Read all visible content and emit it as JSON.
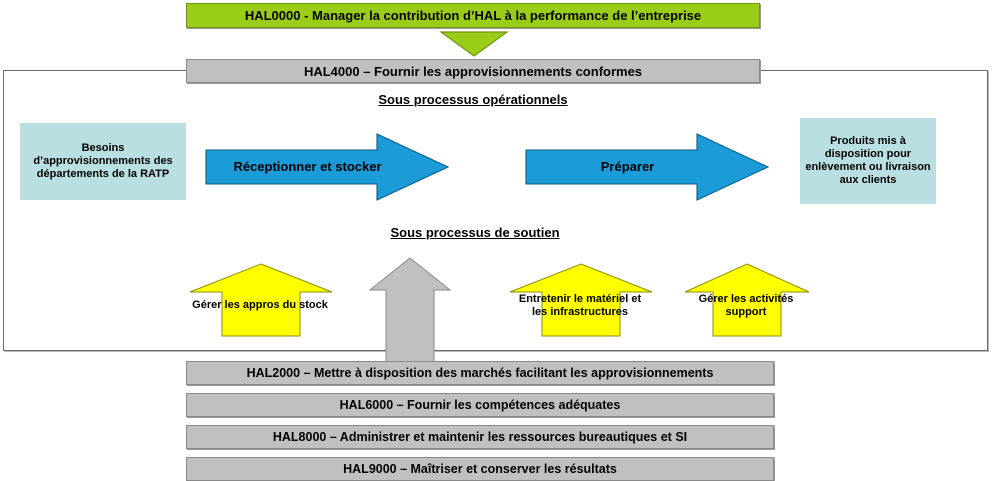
{
  "colors": {
    "green": "#9ACD18",
    "gray": "#C0C0C0",
    "blue": "#1B9BD8",
    "yellow": "#FFFF00",
    "cyan": "#B9DFE2",
    "frame_border": "#6b6b6b",
    "text": "#000000"
  },
  "top": {
    "governance_bar": "HAL0000 - Manager la contribution d’HAL à la performance de l’entreprise",
    "down_arrow_icon": "down-arrow-icon",
    "main_process_bar": "HAL4000 – Fournir les approvisionnements conformes"
  },
  "operational": {
    "heading": "Sous processus opérationnels",
    "input_box": "Besoins d’approvisionnements des départements de la RATP",
    "output_box": "Produits mis à disposition pour enlèvement ou livraison aux clients",
    "steps": [
      {
        "label": "Réceptionner et stocker"
      },
      {
        "label": "Préparer"
      }
    ]
  },
  "support": {
    "heading": "Sous processus de soutien",
    "arrows": [
      {
        "label": "Gérer les appros du stock",
        "color": "#FFFF00"
      },
      {
        "label": "",
        "color": "#C0C0C0"
      },
      {
        "label": "Entretenir le matériel et les infrastructures",
        "color": "#FFFF00"
      },
      {
        "label": "Gérer les activités support",
        "color": "#FFFF00"
      }
    ]
  },
  "bottom": {
    "bars": [
      "HAL2000 – Mettre à disposition des marchés facilitant les approvisionnements",
      "HAL6000 – Fournir les compétences adéquates",
      "HAL8000 – Administrer et maintenir les ressources bureautiques et SI",
      "HAL9000 – Maîtriser et conserver les résultats"
    ]
  }
}
